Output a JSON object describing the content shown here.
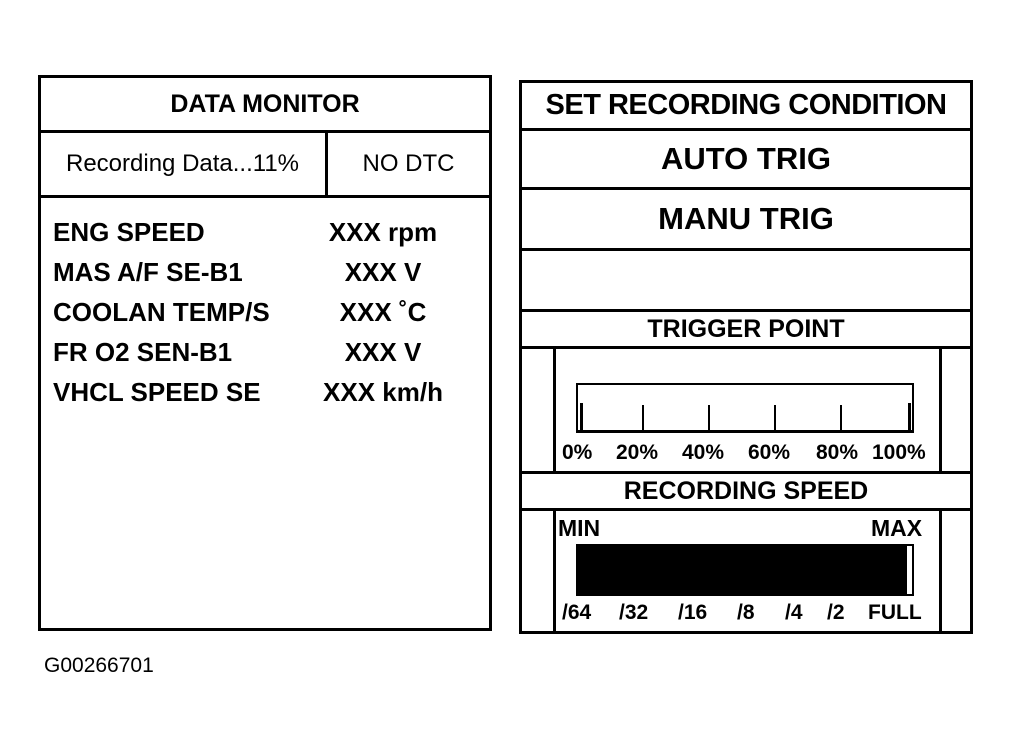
{
  "data_monitor": {
    "title": "DATA MONITOR",
    "recording_status": "Recording Data...11%",
    "dtc_status": "NO DTC",
    "items": [
      {
        "name": "ENG SPEED",
        "value": "XXX rpm"
      },
      {
        "name": "MAS A/F SE-B1",
        "value": "XXX V"
      },
      {
        "name": "COOLAN TEMP/S",
        "value": "XXX ˚C"
      },
      {
        "name": "FR O2 SEN-B1",
        "value": "XXX V"
      },
      {
        "name": "VHCL SPEED SE",
        "value": "XXX km/h"
      }
    ]
  },
  "recording_condition": {
    "title": "SET RECORDING CONDITION",
    "auto_trig": "AUTO TRIG",
    "manu_trig": "MANU TRIG",
    "trigger_point": {
      "label": "TRIGGER POINT",
      "scale": [
        "0%",
        "20%",
        "40%",
        "60%",
        "80%",
        "100%"
      ]
    },
    "recording_speed": {
      "label": "RECORDING SPEED",
      "min_label": "MIN",
      "max_label": "MAX",
      "scale": [
        "/64",
        "/32",
        "/16",
        "/8",
        "/4",
        "/2",
        "FULL"
      ],
      "level_percent": 100
    }
  },
  "figure_id": "G00266701"
}
